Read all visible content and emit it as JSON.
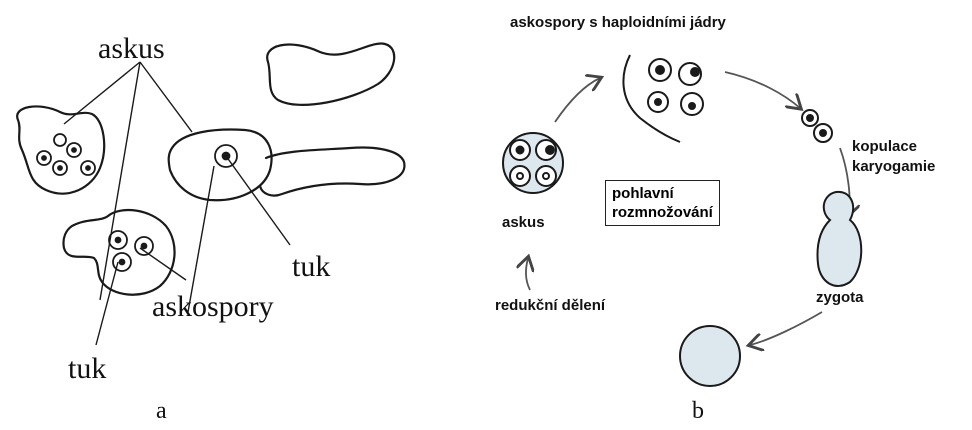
{
  "panel_a": {
    "label_askus": "askus",
    "label_askospory": "askospory",
    "label_tuk_right": "tuk",
    "label_tuk_bottom": "tuk",
    "caption": "a"
  },
  "panel_b": {
    "label_askospory_haploid": "askospory s haploidními jádry",
    "label_kopulace": "kopulace",
    "label_karyogamie": "karyogamie",
    "label_zygota": "zygota",
    "label_redukcni": "redukční dělení",
    "label_askus": "askus",
    "center_box_line1": "pohlavní",
    "center_box_line2": "rozmnožování",
    "caption": "b"
  },
  "colors": {
    "ink": "#1a1a1a",
    "cell_fill": "#dde7ee"
  }
}
